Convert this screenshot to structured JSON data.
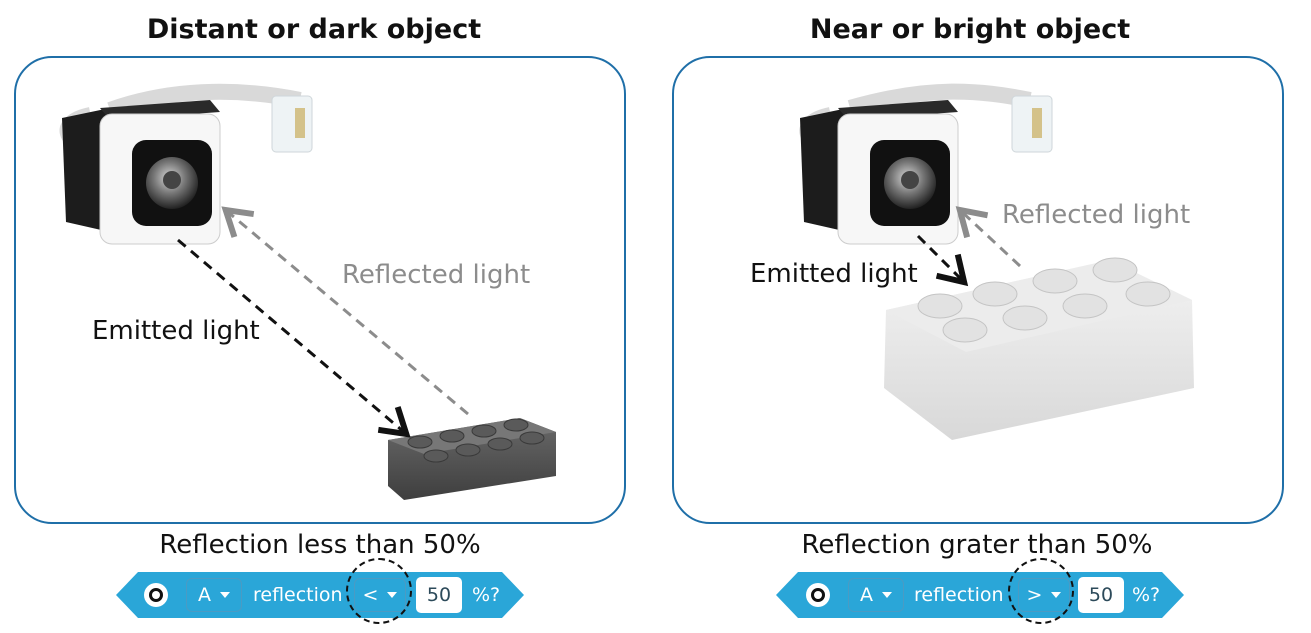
{
  "left": {
    "title": "Distant or dark object",
    "emitted_label": "Emitted light",
    "reflected_label": "Reflected light",
    "caption": "Reflection less than 50%",
    "block": {
      "port": "A",
      "word": "reflection",
      "comparator": "<",
      "value": "50",
      "suffix": "%?"
    }
  },
  "right": {
    "title": "Near or bright object",
    "emitted_label": "Emitted light",
    "reflected_label": "Reflected light",
    "caption": "Reflection grater than 50%",
    "block": {
      "port": "A",
      "word": "reflection",
      "comparator": ">",
      "value": "50",
      "suffix": "%?"
    }
  },
  "colors": {
    "frame": "#1f6fa8",
    "block": "#2aa6d8",
    "reflected_text": "#8c8c8c"
  }
}
